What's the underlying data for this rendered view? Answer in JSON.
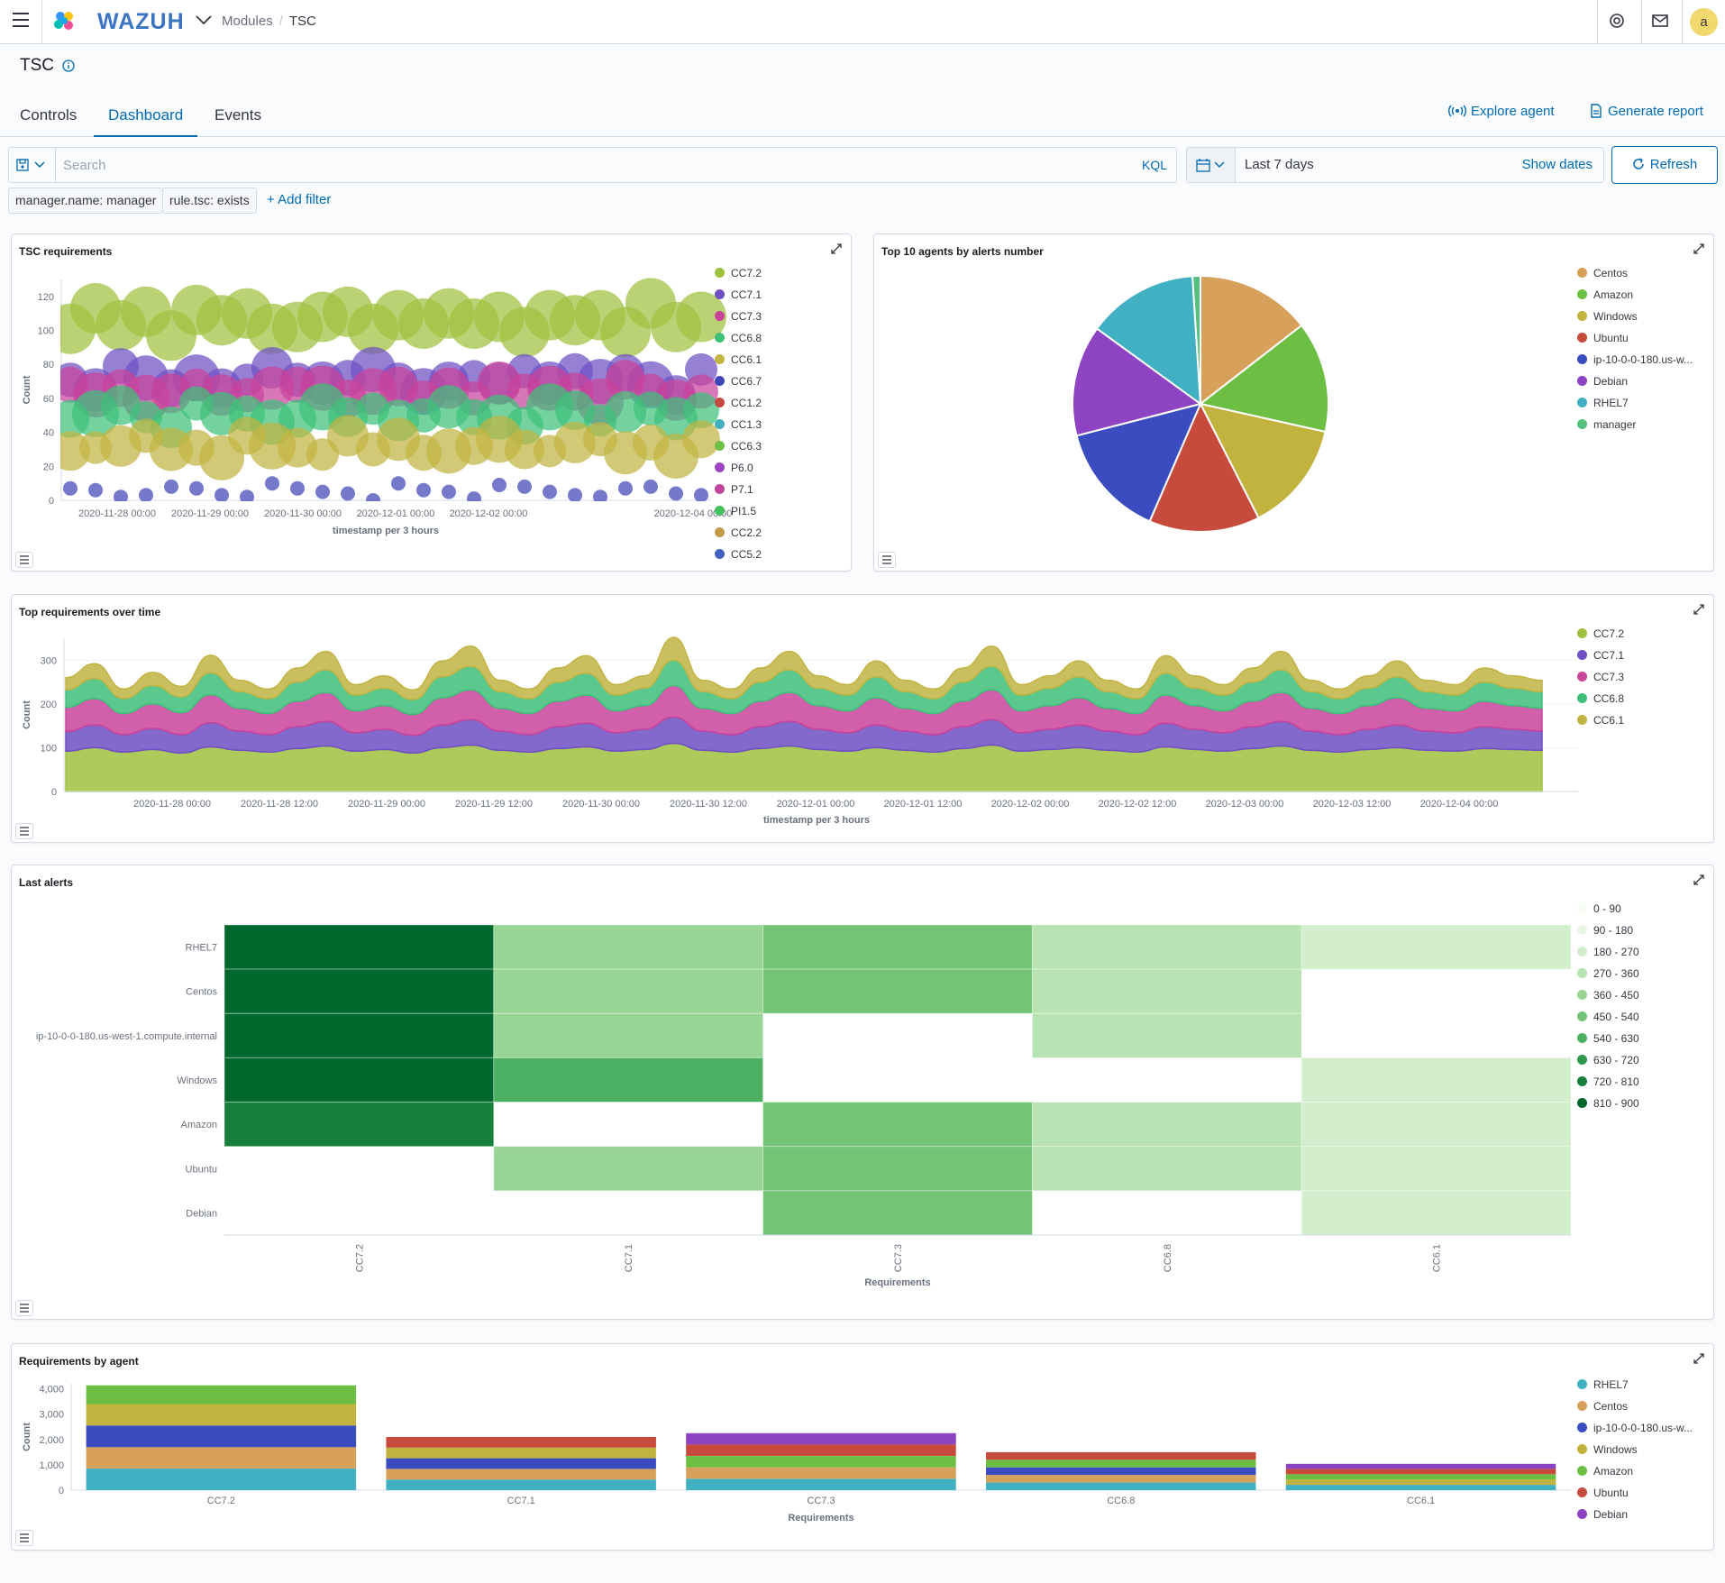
{
  "header": {
    "brand": "WAZUH",
    "breadcrumb": [
      "Modules",
      "TSC"
    ],
    "avatar_letter": "a",
    "accent": "#006bb4"
  },
  "page": {
    "title": "TSC"
  },
  "tabs": [
    {
      "label": "Controls"
    },
    {
      "label": "Dashboard",
      "active": true
    },
    {
      "label": "Events"
    }
  ],
  "actions": {
    "explore_agent": "Explore agent",
    "generate_report": "Generate report"
  },
  "search": {
    "placeholder": "Search",
    "language": "KQL"
  },
  "date": {
    "range": "Last 7 days",
    "show_dates": "Show dates",
    "refresh": "Refresh"
  },
  "filters": [
    "manager.name: manager",
    "rule.tsc: exists"
  ],
  "add_filter": "+ Add filter",
  "palette": {
    "CC7.2": "#9fc13e",
    "CC7.1": "#6e4fc4",
    "CC7.3": "#c9439b",
    "CC6.8": "#3ec07a",
    "CC6.1": "#c1b443",
    "CC6.7": "#4045b8",
    "CC1.2": "#c4483d",
    "CC1.3": "#41afc0",
    "CC6.3": "#6fc046",
    "P6.0": "#9c44c0",
    "P7.1": "#c0449c",
    "PI1.5": "#44c05c",
    "CC2.2": "#c09a44",
    "CC5.2": "#4460c0",
    "Centos": "#d8a15b",
    "Amazon": "#6cbf43",
    "Windows": "#c2b33e",
    "Ubuntu": "#c64b3d",
    "ip-10-0-0-180.us-w...": "#3b4cc0",
    "Debian": "#8e43c2",
    "RHEL7": "#40b0c2",
    "manager": "#55c07e"
  },
  "chart_data": [
    {
      "type": "scatter",
      "title": "TSC requirements",
      "xlabel": "timestamp per 3 hours",
      "ylabel": "Count",
      "ylim": [
        0,
        130
      ],
      "yticks": [
        0,
        20,
        40,
        60,
        80,
        100,
        120
      ],
      "xticks": [
        "2020-11-28 00:00",
        "2020-11-29 00:00",
        "2020-11-30 00:00",
        "2020-12-01 00:00",
        "2020-12-02 00:00",
        "2020-12-04 00:00"
      ],
      "legend": [
        "CC7.2",
        "CC7.1",
        "CC7.3",
        "CC6.8",
        "CC6.1",
        "CC6.7",
        "CC1.2",
        "CC1.3",
        "CC6.3",
        "P6.0",
        "P7.1",
        "PI1.5",
        "CC2.2",
        "CC5.2"
      ],
      "series": [
        {
          "name": "CC7.2",
          "values": [
            105,
            110,
            102,
            112,
            100,
            108,
            104,
            110,
            103,
            106
          ]
        },
        {
          "name": "CC7.1",
          "values": [
            72,
            68,
            75,
            70,
            66,
            74,
            70,
            68,
            77,
            72
          ]
        },
        {
          "name": "CC7.3",
          "values": [
            66,
            62,
            68,
            64,
            60,
            67,
            63,
            65,
            62,
            66
          ]
        },
        {
          "name": "CC6.8",
          "values": [
            52,
            48,
            55,
            50,
            46,
            53,
            49,
            51,
            48,
            52
          ]
        },
        {
          "name": "CC6.1",
          "values": [
            30,
            34,
            28,
            36,
            30,
            33,
            29,
            35,
            31,
            32
          ]
        },
        {
          "name": "CC6.7",
          "values": [
            5,
            6,
            4,
            7,
            5,
            6,
            4,
            5,
            6,
            5
          ]
        }
      ]
    },
    {
      "type": "pie",
      "title": "Top 10 agents by alerts number",
      "categories": [
        "Centos",
        "Amazon",
        "Windows",
        "Ubuntu",
        "ip-10-0-0-180.us-w...",
        "Debian",
        "RHEL7",
        "manager"
      ],
      "values": [
        14.5,
        14.0,
        14.0,
        14.0,
        14.5,
        14.0,
        14.0,
        1.0
      ]
    },
    {
      "type": "area",
      "title": "Top requirements over time",
      "xlabel": "timestamp per 3 hours",
      "ylabel": "Count",
      "ylim": [
        0,
        350
      ],
      "yticks": [
        0,
        100,
        200,
        300
      ],
      "xticks": [
        "2020-11-28 00:00",
        "2020-11-28 12:00",
        "2020-11-29 00:00",
        "2020-11-29 12:00",
        "2020-11-30 00:00",
        "2020-11-30 12:00",
        "2020-12-01 00:00",
        "2020-12-01 12:00",
        "2020-12-02 00:00",
        "2020-12-02 12:00",
        "2020-12-03 00:00",
        "2020-12-03 12:00",
        "2020-12-04 00:00"
      ],
      "series": [
        {
          "name": "CC7.2",
          "values": [
            92,
            100,
            90,
            96,
            88,
            102,
            94,
            90,
            98,
            104,
            92,
            96,
            88,
            100,
            106,
            94,
            90,
            98,
            102,
            92,
            96,
            110,
            94,
            90,
            98,
            104,
            96,
            92,
            100,
            94,
            90,
            98,
            106,
            92,
            96,
            100,
            94,
            90,
            102,
            96,
            92,
            98,
            104,
            94,
            90,
            96,
            100,
            94,
            92,
            98,
            96,
            94
          ]
        },
        {
          "name": "CC7.1",
          "values": [
            45,
            52,
            40,
            48,
            42,
            55,
            44,
            40,
            50,
            56,
            42,
            46,
            40,
            52,
            58,
            44,
            40,
            50,
            54,
            42,
            46,
            60,
            44,
            40,
            50,
            56,
            46,
            42,
            52,
            44,
            40,
            50,
            58,
            42,
            46,
            52,
            44,
            40,
            54,
            46,
            42,
            50,
            56,
            44,
            40,
            46,
            52,
            44,
            42,
            50,
            46,
            44
          ]
        },
        {
          "name": "CC7.3",
          "values": [
            55,
            60,
            48,
            56,
            50,
            64,
            52,
            48,
            58,
            66,
            50,
            54,
            48,
            62,
            68,
            52,
            48,
            58,
            64,
            50,
            54,
            72,
            52,
            48,
            58,
            66,
            54,
            50,
            62,
            52,
            48,
            58,
            68,
            50,
            54,
            62,
            52,
            48,
            64,
            54,
            50,
            58,
            66,
            52,
            48,
            54,
            62,
            52,
            50,
            58,
            54,
            52
          ]
        },
        {
          "name": "CC6.8",
          "values": [
            40,
            46,
            34,
            42,
            36,
            50,
            38,
            34,
            44,
            52,
            36,
            40,
            34,
            48,
            54,
            38,
            34,
            44,
            50,
            36,
            40,
            58,
            38,
            34,
            44,
            52,
            40,
            36,
            48,
            38,
            34,
            44,
            54,
            36,
            40,
            48,
            38,
            34,
            50,
            40,
            36,
            44,
            52,
            38,
            34,
            40,
            48,
            38,
            36,
            44,
            40,
            38
          ]
        },
        {
          "name": "CC6.1",
          "values": [
            28,
            34,
            22,
            30,
            24,
            40,
            26,
            22,
            32,
            42,
            24,
            28,
            22,
            36,
            46,
            26,
            22,
            32,
            40,
            24,
            28,
            52,
            26,
            22,
            32,
            42,
            28,
            24,
            36,
            26,
            22,
            32,
            46,
            24,
            28,
            36,
            26,
            22,
            40,
            28,
            24,
            32,
            42,
            26,
            22,
            28,
            36,
            26,
            24,
            32,
            28,
            26
          ]
        }
      ]
    },
    {
      "type": "heatmap",
      "title": "Last alerts",
      "xlabel": "Requirements",
      "x": [
        "CC7.2",
        "CC7.1",
        "CC7.3",
        "CC6.8",
        "CC6.1"
      ],
      "y": [
        "RHEL7",
        "Centos",
        "ip-10-0-0-180.us-west-1.compute.internal",
        "Windows",
        "Amazon",
        "Ubuntu",
        "Debian"
      ],
      "values": [
        [
          860,
          430,
          450,
          300,
          200
        ],
        [
          860,
          430,
          450,
          300,
          null
        ],
        [
          860,
          400,
          null,
          300,
          null
        ],
        [
          860,
          560,
          null,
          null,
          210
        ],
        [
          750,
          null,
          450,
          300,
          210
        ],
        [
          null,
          420,
          450,
          300,
          210
        ],
        [
          null,
          null,
          450,
          null,
          200
        ]
      ],
      "legend": [
        "0 - 90",
        "90 - 180",
        "180 - 270",
        "270 - 360",
        "360 - 450",
        "450 - 540",
        "540 - 630",
        "630 - 720",
        "720 - 810",
        "810 - 900"
      ],
      "legend_colors": [
        "#f7fcf5",
        "#e9f6e5",
        "#d3eecd",
        "#b8e3b2",
        "#98d594",
        "#73c476",
        "#4bb062",
        "#2f984f",
        "#157f3b",
        "#00682c"
      ]
    },
    {
      "type": "bar",
      "title": "Requirements by agent",
      "xlabel": "Requirements",
      "ylabel": "Count",
      "ylim": [
        0,
        4200
      ],
      "yticks": [
        0,
        1000,
        2000,
        3000,
        4000
      ],
      "ytick_labels": [
        "0",
        "1,000",
        "2,000",
        "3,000",
        "4,000"
      ],
      "categories": [
        "CC7.2",
        "CC7.1",
        "CC7.3",
        "CC6.8",
        "CC6.1"
      ],
      "series": [
        {
          "name": "RHEL7",
          "values": [
            850,
            420,
            450,
            300,
            210
          ]
        },
        {
          "name": "Centos",
          "values": [
            850,
            420,
            450,
            300,
            0
          ]
        },
        {
          "name": "ip-10-0-0-180.us-w...",
          "values": [
            850,
            420,
            0,
            300,
            0
          ]
        },
        {
          "name": "Windows",
          "values": [
            850,
            420,
            0,
            0,
            210
          ]
        },
        {
          "name": "Amazon",
          "values": [
            740,
            0,
            450,
            300,
            210
          ]
        },
        {
          "name": "Ubuntu",
          "values": [
            0,
            420,
            450,
            300,
            210
          ]
        },
        {
          "name": "Debian",
          "values": [
            0,
            0,
            450,
            0,
            200
          ]
        }
      ]
    }
  ]
}
